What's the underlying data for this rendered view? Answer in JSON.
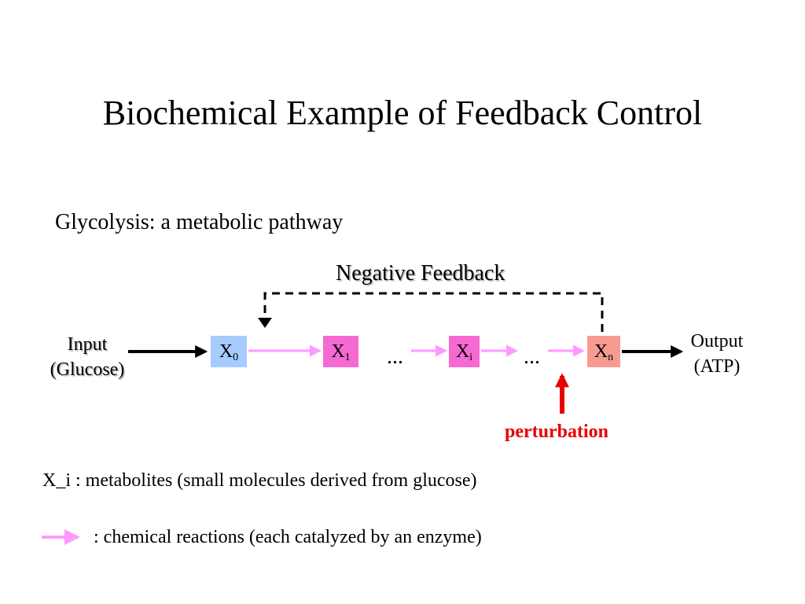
{
  "slide": {
    "title": "Biochemical Example of Feedback Control",
    "subtitle": "Glycolysis: a metabolic pathway",
    "feedback_label": "Negative Feedback",
    "input_label_line1": "Input",
    "input_label_line2": "(Glucose)",
    "output_label_line1": "Output",
    "output_label_line2": "(ATP)",
    "nodes": [
      {
        "base": "X",
        "sub": "0"
      },
      {
        "base": "X",
        "sub": "1"
      },
      {
        "base": "X",
        "sub": "i"
      },
      {
        "base": "X",
        "sub": "n"
      }
    ],
    "ellipsis": "...",
    "perturbation_label": "perturbation",
    "definition": "X_i : metabolites (small molecules derived from glucose)",
    "legend_text": ": chemical reactions (each catalyzed by an enzyme)"
  },
  "colors": {
    "node_x0": "#a6ccff",
    "node_intermediate": "#f569d3",
    "node_xn": "#f79a92",
    "reaction_arrow": "#ff99ff",
    "perturbation": "#e60000"
  }
}
